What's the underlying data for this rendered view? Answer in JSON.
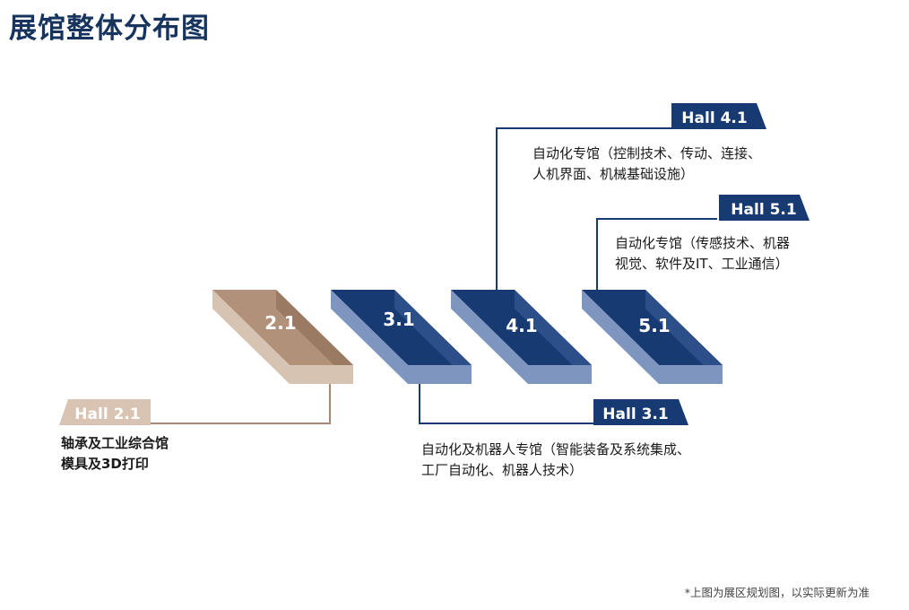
{
  "page": {
    "title": "展馆整体分布图",
    "title_color": "#17345f",
    "footnote": "*上图为展区规划图，以实际更新为准"
  },
  "colors": {
    "navy_top": "#173a72",
    "navy_right": "#2c4f8a",
    "navy_bottom": "#7e95c0",
    "tan_top": "#b1917a",
    "tan_right": "#9a7a63",
    "tan_bottom": "#d7c3b2",
    "tag_navy": "#173a72",
    "tag_tan": "#d9c4b3",
    "line_navy": "#173a72",
    "line_tan": "#a88772"
  },
  "blocks": [
    {
      "id": "2.1",
      "label": "2.1",
      "theme": "tan"
    },
    {
      "id": "3.1",
      "label": "3.1",
      "theme": "navy"
    },
    {
      "id": "4.1",
      "label": "4.1",
      "theme": "navy"
    },
    {
      "id": "5.1",
      "label": "5.1",
      "theme": "navy"
    }
  ],
  "halls": {
    "h21": {
      "tag": "Hall 2.1",
      "lines": [
        "轴承及工业综合馆",
        "模具及3D打印"
      ]
    },
    "h31": {
      "tag": "Hall 3.1",
      "lines": [
        "自动化及机器人专馆（智能装备及系统集成、",
        "工厂自动化、机器人技术）"
      ]
    },
    "h41": {
      "tag": "Hall 4.1",
      "lines": [
        "自动化专馆（控制技术、传动、连接、",
        "人机界面、机械基础设施）"
      ]
    },
    "h51": {
      "tag": "Hall 5.1",
      "lines": [
        "自动化专馆（传感技术、机器",
        "视觉、软件及IT、工业通信）"
      ]
    }
  }
}
